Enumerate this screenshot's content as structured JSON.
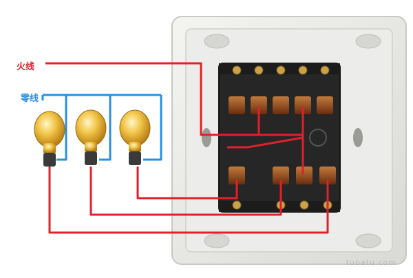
{
  "labels": {
    "live_wire": "火线",
    "neutral_wire": "零线"
  },
  "watermark": "tubatu.com",
  "colors": {
    "live_wire": "#e0202a",
    "neutral_wire": "#2a8fe0",
    "faceplate": "#e9e9e6",
    "switch_body": "#262626",
    "terminal": "#9b4a1c",
    "bulb_glass": "#f2c64a"
  },
  "components": {
    "bulb_count": 3,
    "top_terminal_count": 5,
    "bottom_terminal_count": 4
  }
}
